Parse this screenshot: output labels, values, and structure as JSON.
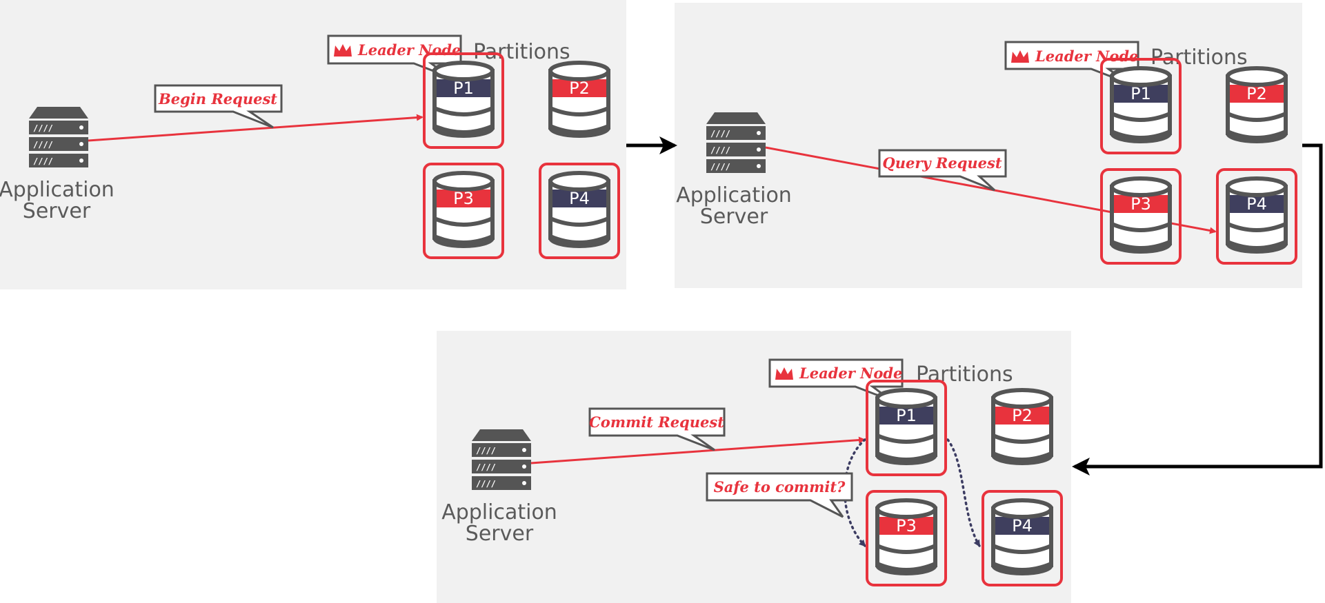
{
  "colors": {
    "accent_red": "#e8333d",
    "db_dark": "#3f3f5e",
    "db_gray": "#555555",
    "panel_bg": "#f1f1f1",
    "dotted_arrow": "#3c3c62"
  },
  "icons": [
    "server-icon",
    "database-icon",
    "crown-icon"
  ],
  "panels": [
    {
      "id": "begin",
      "server_label_line1": "Application",
      "server_label_line2": "Server",
      "partitions_title": "Partitions",
      "leader_label": "Leader Node",
      "request_label": "Begin Request",
      "partitions": [
        {
          "label": "P1",
          "band": "dark",
          "highlighted": true
        },
        {
          "label": "P2",
          "band": "red",
          "highlighted": false
        },
        {
          "label": "P3",
          "band": "red",
          "highlighted": true
        },
        {
          "label": "P4",
          "band": "dark",
          "highlighted": true
        }
      ]
    },
    {
      "id": "query",
      "server_label_line1": "Application",
      "server_label_line2": "Server",
      "partitions_title": "Partitions",
      "leader_label": "Leader Node",
      "request_label": "Query Request",
      "partitions": [
        {
          "label": "P1",
          "band": "dark",
          "highlighted": true
        },
        {
          "label": "P2",
          "band": "red",
          "highlighted": false
        },
        {
          "label": "P3",
          "band": "red",
          "highlighted": true
        },
        {
          "label": "P4",
          "band": "dark",
          "highlighted": true
        }
      ]
    },
    {
      "id": "commit",
      "server_label_line1": "Application",
      "server_label_line2": "Server",
      "partitions_title": "Partitions",
      "leader_label": "Leader Node",
      "request_label": "Commit Request",
      "safe_label": "Safe to commit?",
      "partitions": [
        {
          "label": "P1",
          "band": "dark",
          "highlighted": true
        },
        {
          "label": "P2",
          "band": "red",
          "highlighted": false
        },
        {
          "label": "P3",
          "band": "red",
          "highlighted": true
        },
        {
          "label": "P4",
          "band": "dark",
          "highlighted": true
        }
      ]
    }
  ]
}
